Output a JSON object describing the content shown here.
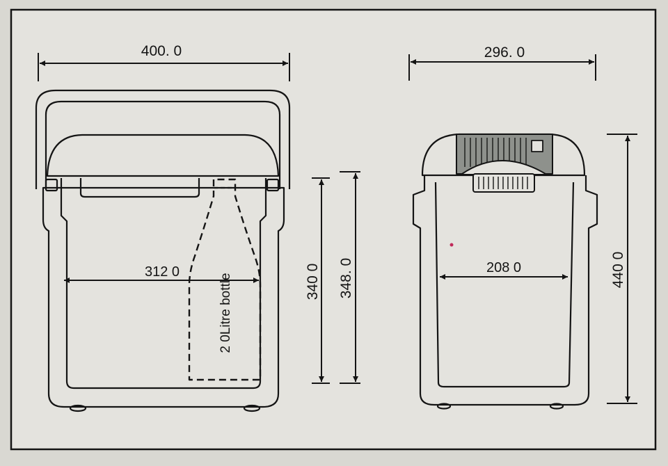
{
  "front_view": {
    "width_dim": "400. 0",
    "inner_width_dim": "312 0",
    "bottle_label": "2 0Litre bottle",
    "inner_height_dim": "340 0",
    "outer_height_dim": "348. 0"
  },
  "side_view": {
    "width_dim": "296. 0",
    "inner_width_dim": "208 0",
    "height_dim": "440 0"
  },
  "colors": {
    "paper": "#e4e3de",
    "ink": "#141414",
    "vent_panel": "#8e918c"
  }
}
